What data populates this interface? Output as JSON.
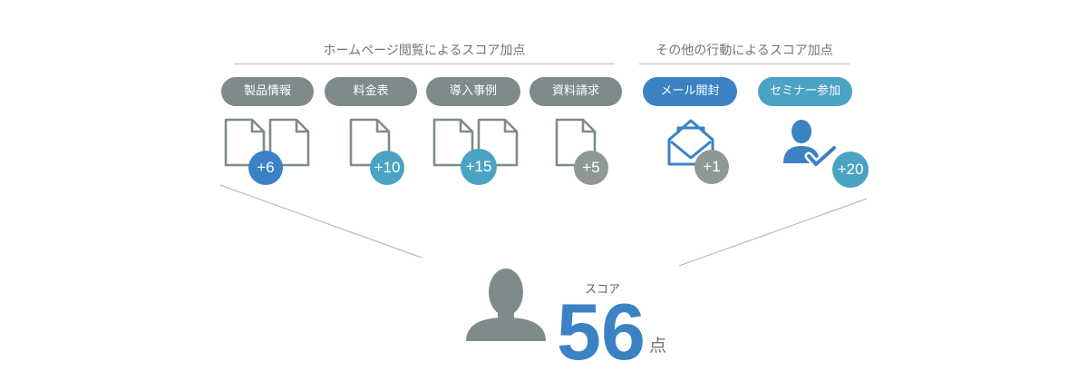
{
  "colors": {
    "gray": "#7e8b8a",
    "blue": "#3b82c4",
    "teal": "#4ba3c3",
    "rule": "#b7bdbd",
    "text": "#6f7778"
  },
  "web_section": {
    "title": "ホームページ閲覧によるスコア加点",
    "items": [
      {
        "label": "製品情報",
        "points": "+6",
        "icon": "double-document-icon"
      },
      {
        "label": "料金表",
        "points": "+10",
        "icon": "document-icon"
      },
      {
        "label": "導入事例",
        "points": "+15",
        "icon": "double-document-icon"
      },
      {
        "label": "資料請求",
        "points": "+5",
        "icon": "document-icon"
      }
    ]
  },
  "other_section": {
    "title": "その他の行動によるスコア加点",
    "items": [
      {
        "label": "メール開封",
        "points": "+1",
        "icon": "open-envelope-icon"
      },
      {
        "label": "セミナー参加",
        "points": "+20",
        "icon": "user-check-icon"
      }
    ]
  },
  "score": {
    "label": "スコア",
    "value": "56",
    "unit": "点"
  }
}
